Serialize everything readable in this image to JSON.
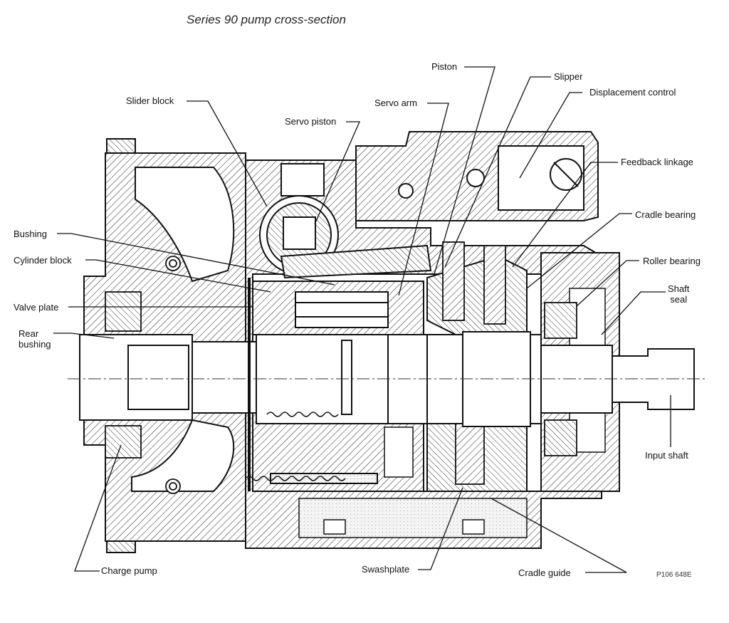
{
  "title": "Series 90 pump cross-section",
  "figure_code": "P106 648E",
  "labels": {
    "slider_block": "Slider block",
    "servo_piston": "Servo piston",
    "servo_arm": "Servo arm",
    "piston": "Piston",
    "slipper": "Slipper",
    "displacement_control": "Displacement control",
    "feedback_linkage": "Feedback linkage",
    "cradle_bearing": "Cradle bearing",
    "roller_bearing": "Roller bearing",
    "shaft_seal": "Shaft\nseal",
    "bushing": "Bushing",
    "cylinder_block": "Cylinder block",
    "valve_plate": "Valve plate",
    "rear_bushing": "Rear\nbushing",
    "input_shaft": "Input shaft",
    "charge_pump": "Charge pump",
    "swashplate": "Swashplate",
    "cradle_guide": "Cradle guide"
  }
}
